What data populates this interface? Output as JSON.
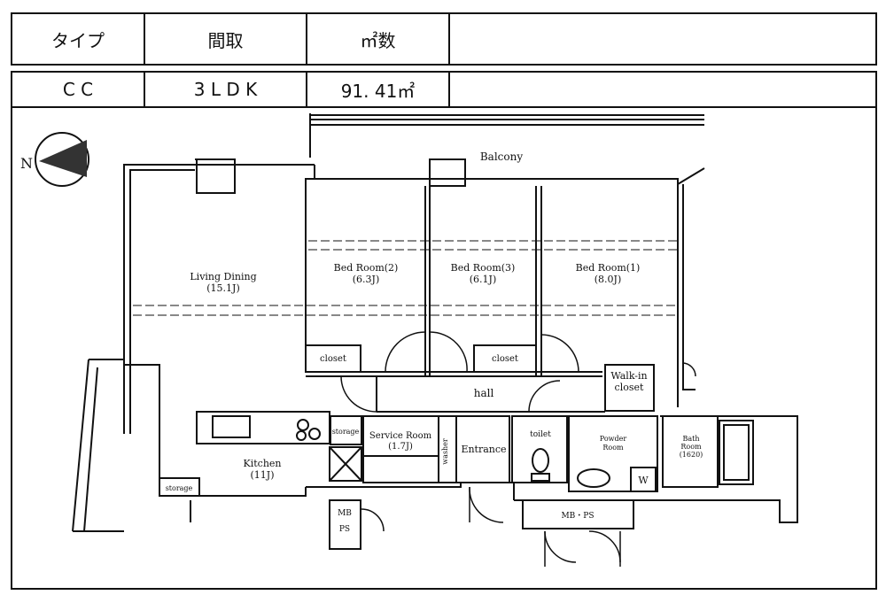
{
  "header": {
    "col_type": "タイプ",
    "col_layout": "間取",
    "col_area": "㎡数",
    "val_type": "C C",
    "val_layout": "3 L D K",
    "val_area": "91. 41㎡"
  },
  "compass": {
    "north_label": "N",
    "icon": "north-arrow-icon"
  },
  "rooms": {
    "balcony": "Balcony",
    "living_name": "Living Dining",
    "living_size": "(15.1J)",
    "bed2_name": "Bed Room(2)",
    "bed2_size": "(6.3J)",
    "bed3_name": "Bed Room(3)",
    "bed3_size": "(6.1J)",
    "bed1_name": "Bed Room(1)",
    "bed1_size": "(8.0J)",
    "closet_a": "closet",
    "closet_b": "closet",
    "walkin_1": "Walk-in",
    "walkin_2": "closet",
    "hall": "hall",
    "kitchen_name": "Kitchen",
    "kitchen_size": "(11J)",
    "storage_small": "storage",
    "storage_kitchen": "storage",
    "service_name": "Service Room",
    "service_size": "(1.7J)",
    "shoebox": "washer",
    "entrance": "Entrance",
    "toilet": "toilet",
    "powder_1": "Powder",
    "powder_2": "Room",
    "bath_1": "Bath",
    "bath_2": "Room",
    "bath_3": "(1620)",
    "washer_mark": "W",
    "mb_1": "MB",
    "mb_2": "PS",
    "mbps": "MB・PS"
  }
}
